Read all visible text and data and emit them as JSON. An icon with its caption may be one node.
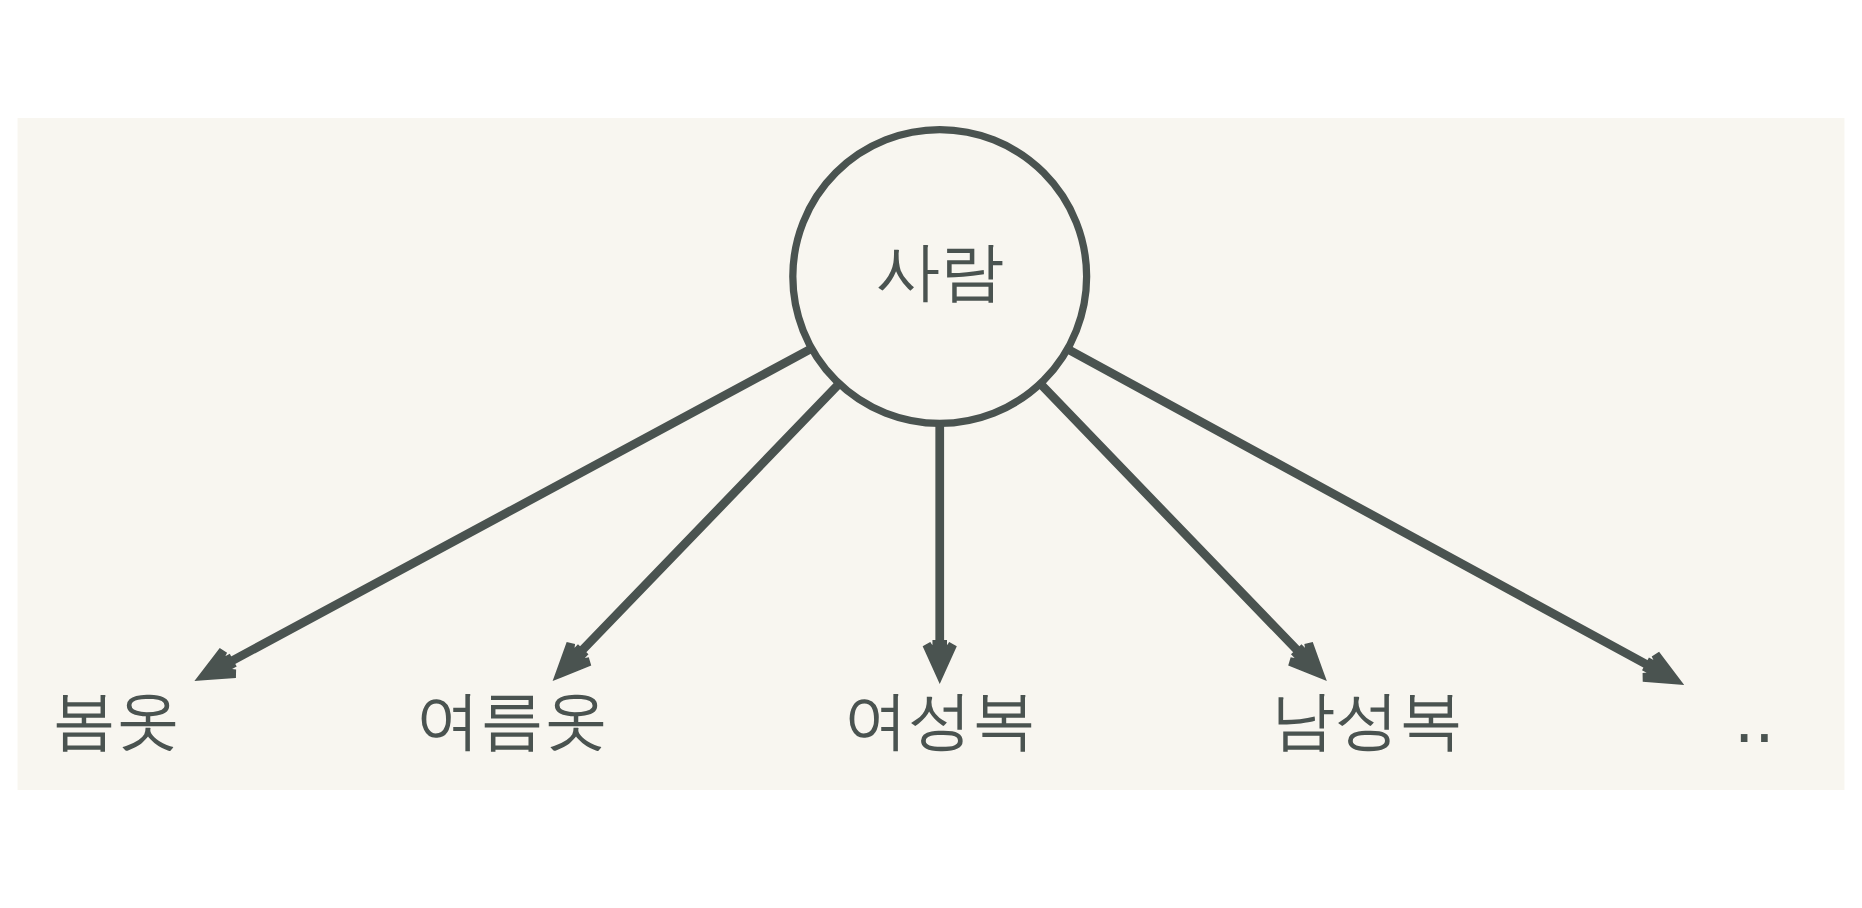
{
  "diagram": {
    "nodes": [
      {
        "text": [
          "사람"
        ]
      },
      {
        "text": [
          "봄옷"
        ]
      },
      {
        "text": [
          "여름옷"
        ]
      },
      {
        "text": [
          "여성복"
        ]
      },
      {
        "text": [
          "남성복"
        ]
      },
      {
        "text": [
          ".."
        ]
      }
    ],
    "edges": [
      {
        "from": 0,
        "to": 1,
        "arrow": "to"
      },
      {
        "from": 0,
        "to": 2,
        "arrow": "to"
      },
      {
        "from": 0,
        "to": 3,
        "arrow": "to"
      },
      {
        "from": 0,
        "to": 4,
        "arrow": "to"
      },
      {
        "from": 0,
        "to": 5,
        "arrow": "to"
      }
    ]
  }
}
